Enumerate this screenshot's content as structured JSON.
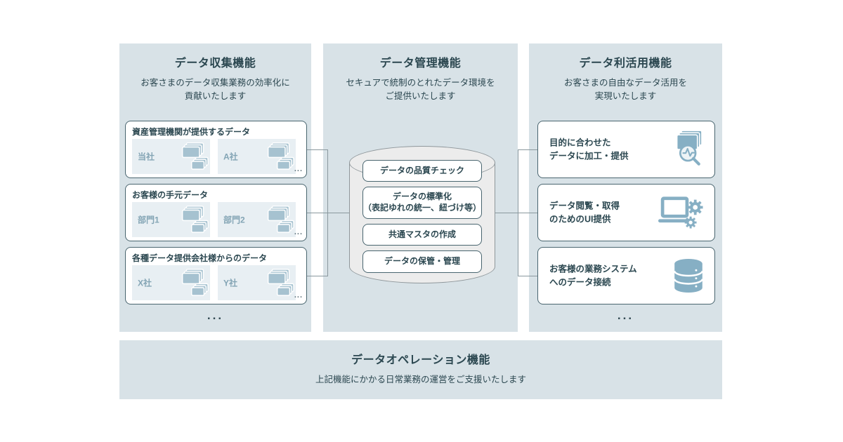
{
  "collection": {
    "title": "データ収集機能",
    "subtitle": "お客さまのデータ収集業務の効率化に\n貢献いたします",
    "groups": [
      {
        "label": "資産管理機関が提供するデータ",
        "items": [
          "当社",
          "A社"
        ],
        "more": "..."
      },
      {
        "label": "お客様の手元データ",
        "items": [
          "部門1",
          "部門2"
        ],
        "more": "..."
      },
      {
        "label": "各種データ提供会社様からのデータ",
        "items": [
          "X社",
          "Y社"
        ],
        "more": "..."
      }
    ],
    "ellipsis": "..."
  },
  "management": {
    "title": "データ管理機能",
    "subtitle": "セキュアで統制のとれたデータ環境を\nご提供いたします",
    "pills": [
      "データの品質チェック",
      "データの標準化\n（表記ゆれの統一、紐づけ等）",
      "共通マスタの作成",
      "データの保管・管理"
    ]
  },
  "utilization": {
    "title": "データ利活用機能",
    "subtitle": "お客さまの自由なデータ活用を\n実現いたします",
    "features": [
      {
        "label": "目的に合わせた\nデータに加工・提供",
        "icon": "documents-search-icon"
      },
      {
        "label": "データ閲覧・取得\nのためのUI提供",
        "icon": "laptop-gears-icon"
      },
      {
        "label": "お客様の業務システム\nへのデータ接続",
        "icon": "database-icon"
      }
    ],
    "ellipsis": "..."
  },
  "operation": {
    "title": "データオペレーション機能",
    "subtitle": "上記機能にかかる日常業務の運営をご支援いたします"
  },
  "colors": {
    "panel_bg": "#d8e2e7",
    "box_border": "#49656f",
    "text": "#2b4750",
    "chip_bg": "#e8eff3",
    "chip_text": "#84a5b5",
    "doc_icon": "#a6c2d0",
    "feature_icon": "#86afc4",
    "cylinder_fill": "#ececec",
    "cylinder_border": "#8f979b",
    "connector_line": "#8a989e"
  }
}
